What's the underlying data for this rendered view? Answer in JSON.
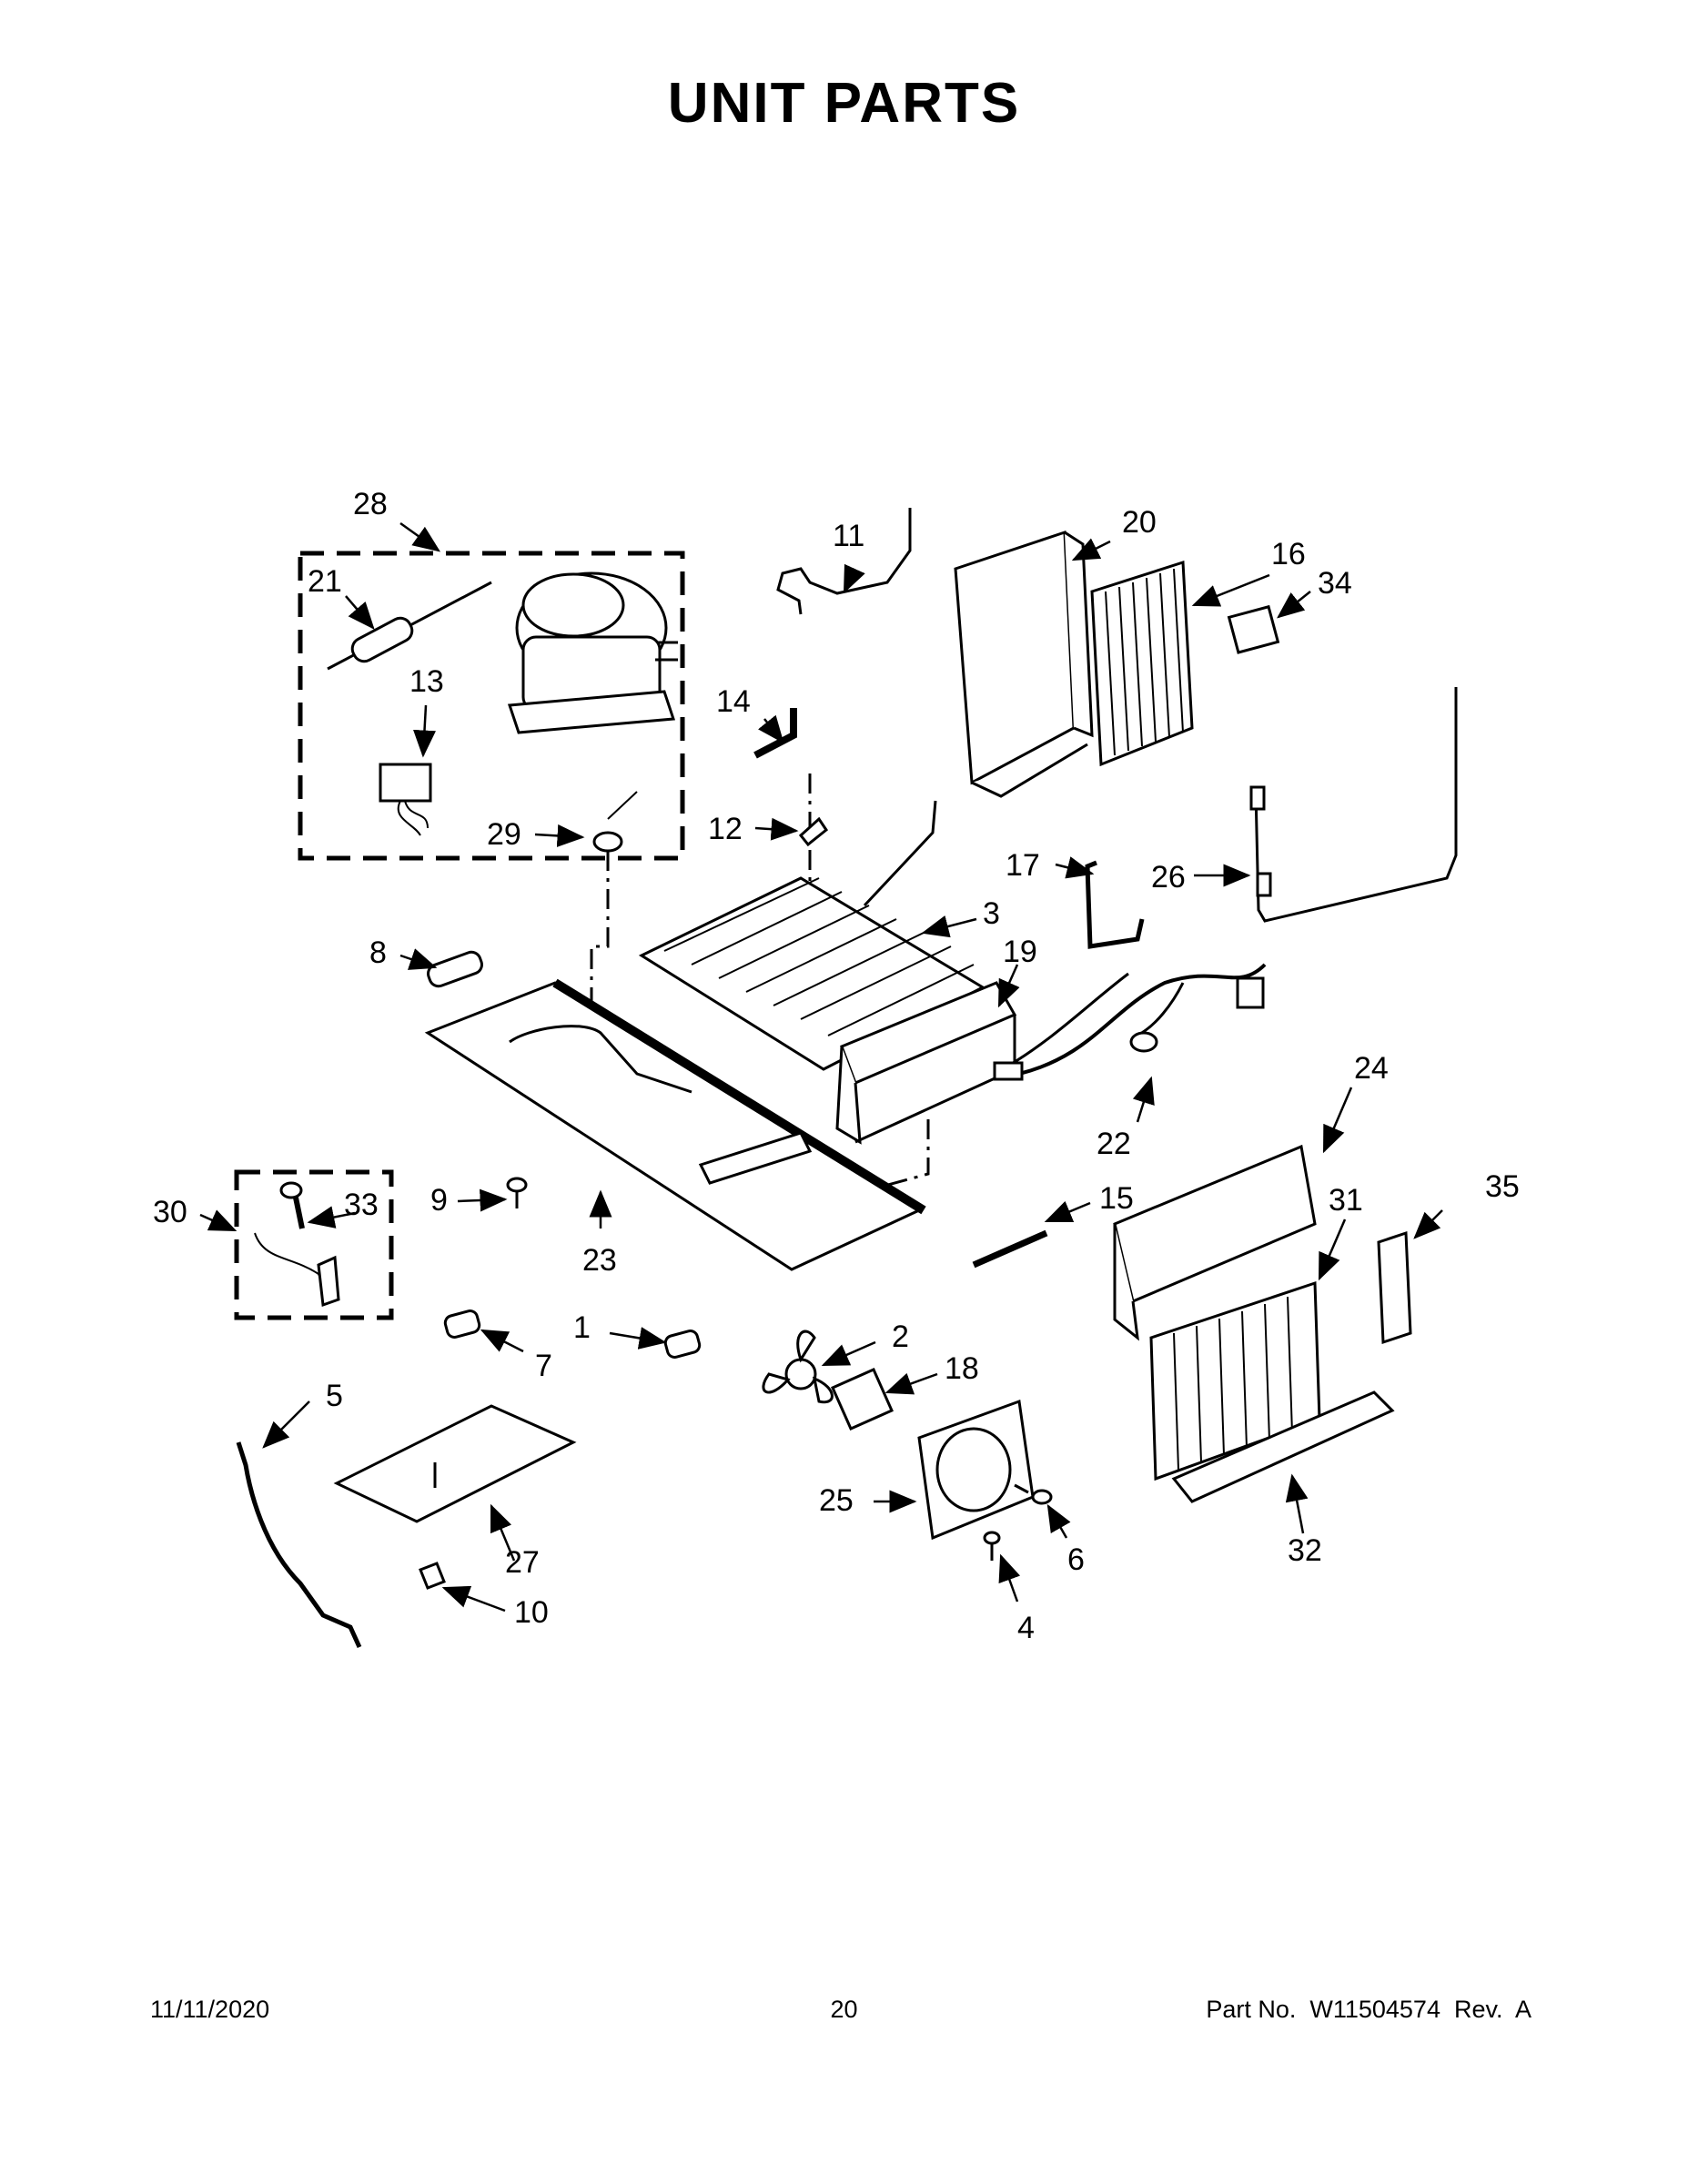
{
  "title": "UNIT PARTS",
  "footer": {
    "date": "11/11/2020",
    "page": "20",
    "part_number": "Part No.  W11504574  Rev.  A"
  },
  "callouts": [
    "1",
    "2",
    "3",
    "4",
    "5",
    "6",
    "7",
    "8",
    "9",
    "10",
    "11",
    "12",
    "13",
    "14",
    "15",
    "16",
    "17",
    "18",
    "19",
    "20",
    "21",
    "22",
    "23",
    "24",
    "25",
    "26",
    "27",
    "28",
    "29",
    "30",
    "31",
    "32",
    "33",
    "34",
    "35"
  ]
}
